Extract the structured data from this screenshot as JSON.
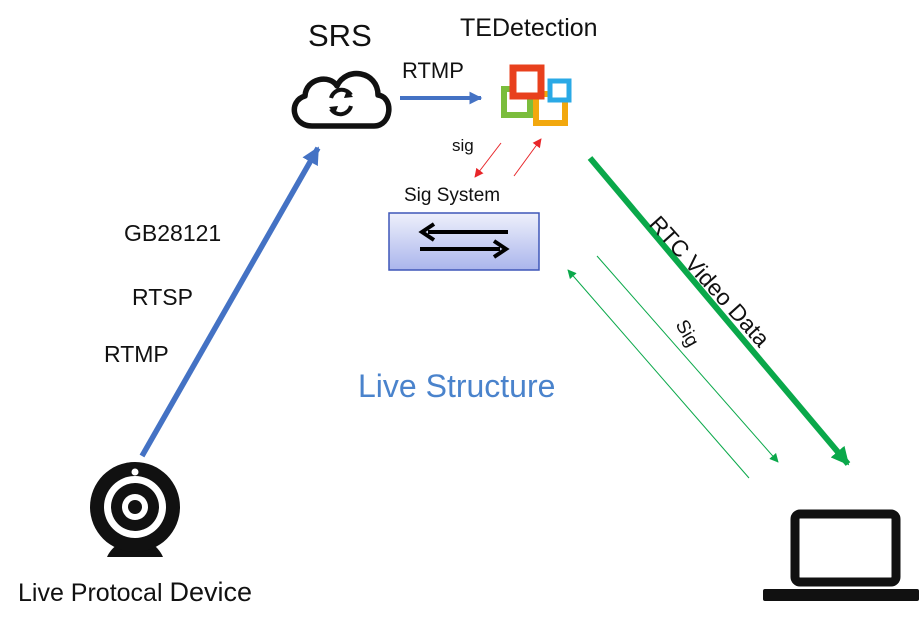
{
  "nodes": {
    "srs": "SRS",
    "tedetection": "TEDetection",
    "sig_system": "Sig System",
    "device": [
      "Live Protocal ",
      "Device"
    ]
  },
  "edges": {
    "srs_to_tedetection": "RTMP",
    "tedetection_sig": "sig",
    "device_to_srs": [
      "GB28121",
      "RTSP",
      "RTMP"
    ],
    "tedetection_to_laptop": "RTC Video Data",
    "laptop_sig": "Sig"
  },
  "title": "Live Structure",
  "colors": {
    "blue_arrow": "#4472c4",
    "green_arrow": "#0aa84a",
    "red_arrow": "#e8262a",
    "title": "#4a83cc",
    "sig_box_fill_top": "#eef0fb",
    "sig_box_fill_bottom": "#aab5ec",
    "icon": "#111111"
  },
  "icons": [
    "cloud-sync-icon",
    "tedetection-logo-icon",
    "swap-arrows-icon",
    "webcam-icon",
    "laptop-icon"
  ]
}
